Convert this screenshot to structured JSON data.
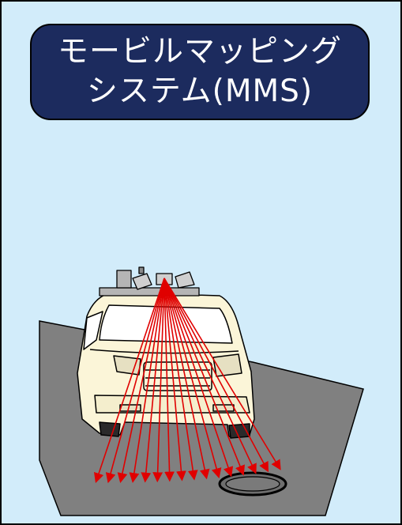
{
  "title": {
    "line1": "モービルマッピング",
    "line2": "システム(MMS)"
  },
  "colors": {
    "panel_background": "#d2ecfa",
    "title_background": "#1c2b5e",
    "title_text": "#ffffff",
    "road": "#808080",
    "vehicle_body": "#fbf5d8",
    "laser_beams": "#e00000"
  },
  "scene": {
    "items": [
      "road-surface",
      "mms-vehicle",
      "roof-sensor-rack",
      "laser-beams",
      "manhole-cover"
    ]
  }
}
